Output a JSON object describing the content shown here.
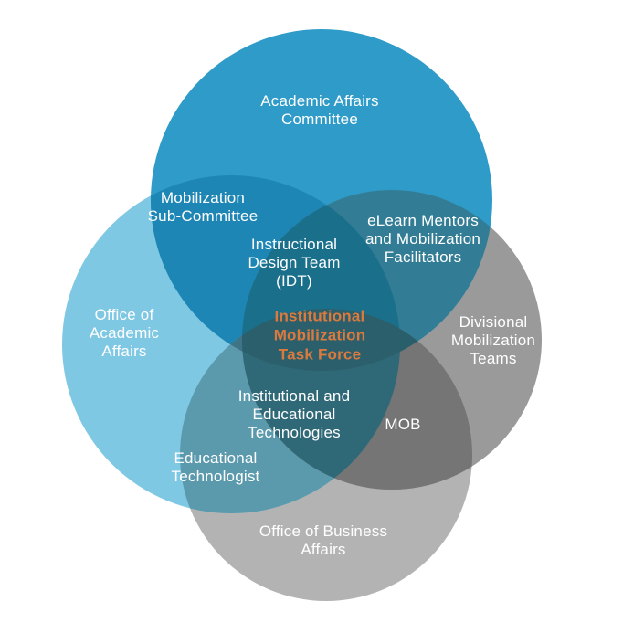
{
  "colors": {
    "background": "#ffffff",
    "label_text": "#ffffff",
    "center_label_text": "#dc7a3e",
    "circle_top": "#2f9bc8",
    "circle_left": "#7fc8e3",
    "circle_right": "#9a9a9a",
    "circle_bottom": "#b3b3b3",
    "overlap_top_left": "#1e86b4",
    "overlap_top_right": "#327d95",
    "overlap_left_bottom": "#5b99ac",
    "overlap_right_bottom": "#757575",
    "overlap_top_left_right": "#1a6f8b",
    "overlap_top_right_bottom": "#295e6b",
    "overlap_top_left_bottom": "#3f7487",
    "overlap_left_right_bottom": "#2f6877",
    "overlap_center": "#2c5f6c"
  },
  "labels": {
    "academic_affairs_committee": {
      "lines": [
        "Academic Affairs",
        "Committee"
      ]
    },
    "mobilization_sub_committee": {
      "lines": [
        "Mobilization",
        "Sub-Committee"
      ]
    },
    "elearn_mentors": {
      "lines": [
        "eLearn Mentors",
        "and Mobilization",
        "Facilitators"
      ]
    },
    "instructional_design_team": {
      "lines": [
        "Instructional",
        "Design Team",
        "(IDT)"
      ]
    },
    "institutional_mobilization_task_force": {
      "lines": [
        "Institutional",
        "Mobilization",
        "Task Force"
      ]
    },
    "office_of_academic_affairs": {
      "lines": [
        "Office of",
        "Academic",
        "Affairs"
      ]
    },
    "divisional_mobilization_teams": {
      "lines": [
        "Divisional",
        "Mobilization",
        "Teams"
      ]
    },
    "institutional_educational_technologies": {
      "lines": [
        "Institutional and",
        "Educational",
        "Technologies"
      ]
    },
    "mob": {
      "lines": [
        "MOB"
      ]
    },
    "educational_technologist": {
      "lines": [
        "Educational",
        "Technologist"
      ]
    },
    "office_of_business_affairs": {
      "lines": [
        "Office of Business",
        "Affairs"
      ]
    }
  }
}
